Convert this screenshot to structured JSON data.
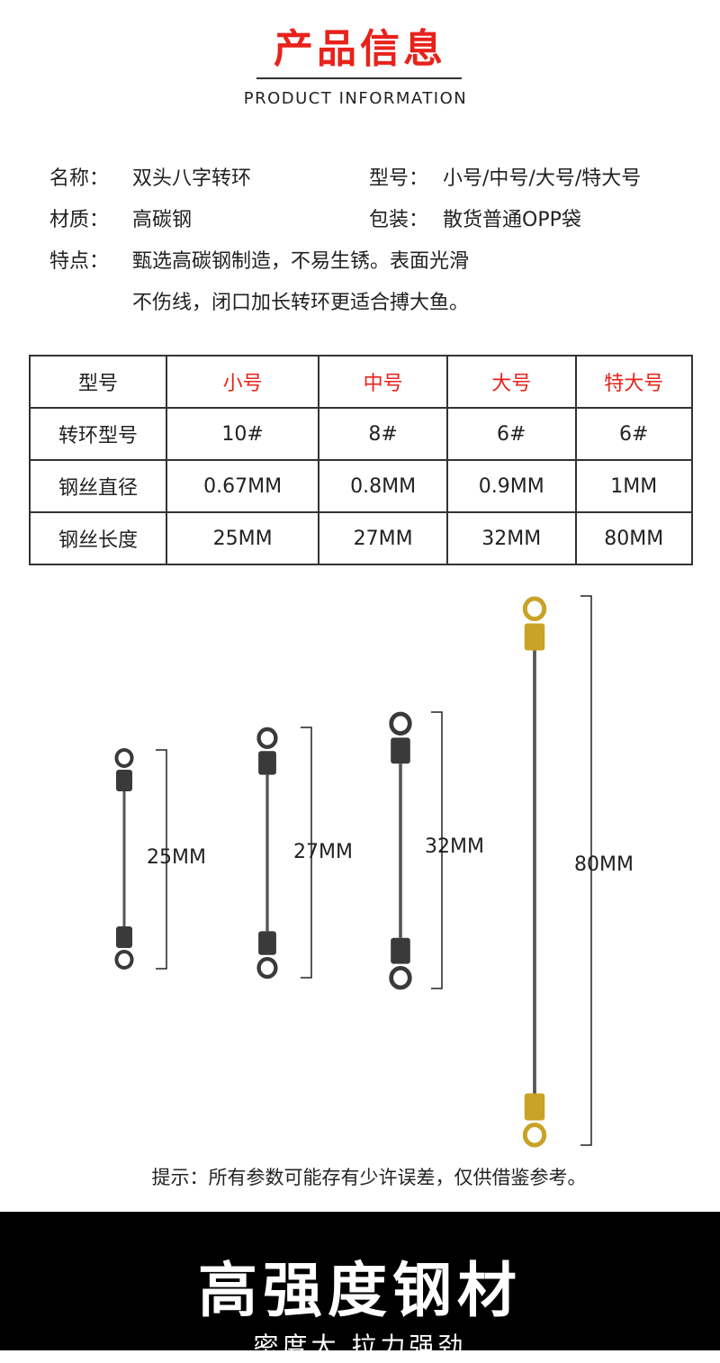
{
  "header": {
    "title": "产品信息",
    "subtitle": "PRODUCT INFORMATION"
  },
  "info": {
    "name_label": "名称：",
    "name_value": "双头八字转环",
    "model_label": "型号：",
    "model_value": "小号/中号/大号/特大号",
    "material_label": "材质：",
    "material_value": "高碳钢",
    "package_label": "包装：",
    "package_value": "散货普通OPP袋",
    "feature_label": "特点：",
    "feature_line1": "甄选高碳钢制造，不易生锈。表面光滑",
    "feature_line2": "不伤线，闭口加长转环更适合搏大鱼。"
  },
  "table": {
    "header": [
      "型号",
      "小号",
      "中号",
      "大号",
      "特大号"
    ],
    "rows": [
      [
        "转环型号",
        "10#",
        "8#",
        "6#",
        "6#"
      ],
      [
        "钢丝直径",
        "0.67MM",
        "0.8MM",
        "0.9MM",
        "1MM"
      ],
      [
        "钢丝长度",
        "25MM",
        "27MM",
        "32MM",
        "80MM"
      ]
    ]
  },
  "swivels": [
    {
      "size": "小号",
      "length_label": "25MM",
      "finish": "black"
    },
    {
      "size": "中号",
      "length_label": "27MM",
      "finish": "black"
    },
    {
      "size": "大号",
      "length_label": "32MM",
      "finish": "black"
    },
    {
      "size": "特大号",
      "length_label": "80MM",
      "finish": "gold"
    }
  ],
  "note": "提示：所有参数可能存有少许误差，仅供借鉴参考。",
  "banner": {
    "title": "高强度钢材",
    "subtitle": "密度大  拉力强劲"
  },
  "colors": {
    "accent": "#e8221b",
    "black_finish": "#3a3a3a",
    "gold_finish": "#c9a227"
  }
}
